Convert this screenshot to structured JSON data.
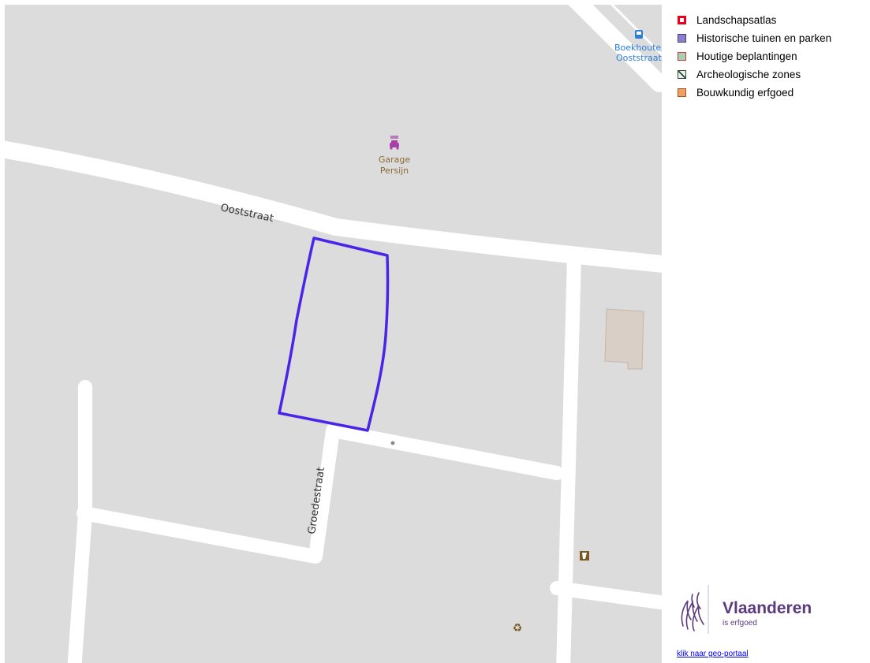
{
  "map": {
    "streets": {
      "ooststraat": "Ooststraat",
      "groedestraat": "Groedestraat"
    },
    "pois": {
      "garage_line1": "Garage",
      "garage_line2": "Persijn",
      "busstop_line1": "Boekhoute",
      "busstop_line2": "Ooststraat"
    },
    "colors": {
      "background": "#dcdcdc",
      "road": "#ffffff",
      "parcel_outline": "#4a24e8",
      "building_fill": "#d9cfc7",
      "building_stroke": "#c9b5a6",
      "poi_label": "#8a6a3b",
      "poi_icon": "#a63fa6",
      "bus_label": "#2b7fd9",
      "icon_brown": "#7a5a1f"
    },
    "icons": [
      "garage-icon",
      "bus-stop-icon",
      "recycling-icon",
      "memorial-icon",
      "survey-point-icon"
    ]
  },
  "legend": [
    {
      "label": "Landschapsatlas",
      "fill": "#ffffff",
      "stroke": "#e8001c",
      "icon": "landschapsatlas-swatch"
    },
    {
      "label": "Historische tuinen en parken",
      "fill": "#8a7fc9",
      "stroke": "#3d3d8a",
      "icon": "historische-tuinen-swatch"
    },
    {
      "label": "Houtige beplantingen",
      "fill": "#a8d0b0",
      "stroke": "#c43c3c",
      "icon": "houtige-beplantingen-swatch"
    },
    {
      "label": "Archeologische zones",
      "fill": "#e8f0e8",
      "stroke": "#2a4a3a",
      "icon": "archeologische-zones-swatch"
    },
    {
      "label": "Bouwkundig erfgoed",
      "fill": "#f0a060",
      "stroke": "#a0522d",
      "icon": "bouwkundig-erfgoed-swatch"
    }
  ],
  "branding": {
    "name": "Vlaanderen",
    "tagline": "is erfgoed",
    "color": "#5b3a7e"
  },
  "footer": {
    "link": "klik naar geo-portaal"
  }
}
